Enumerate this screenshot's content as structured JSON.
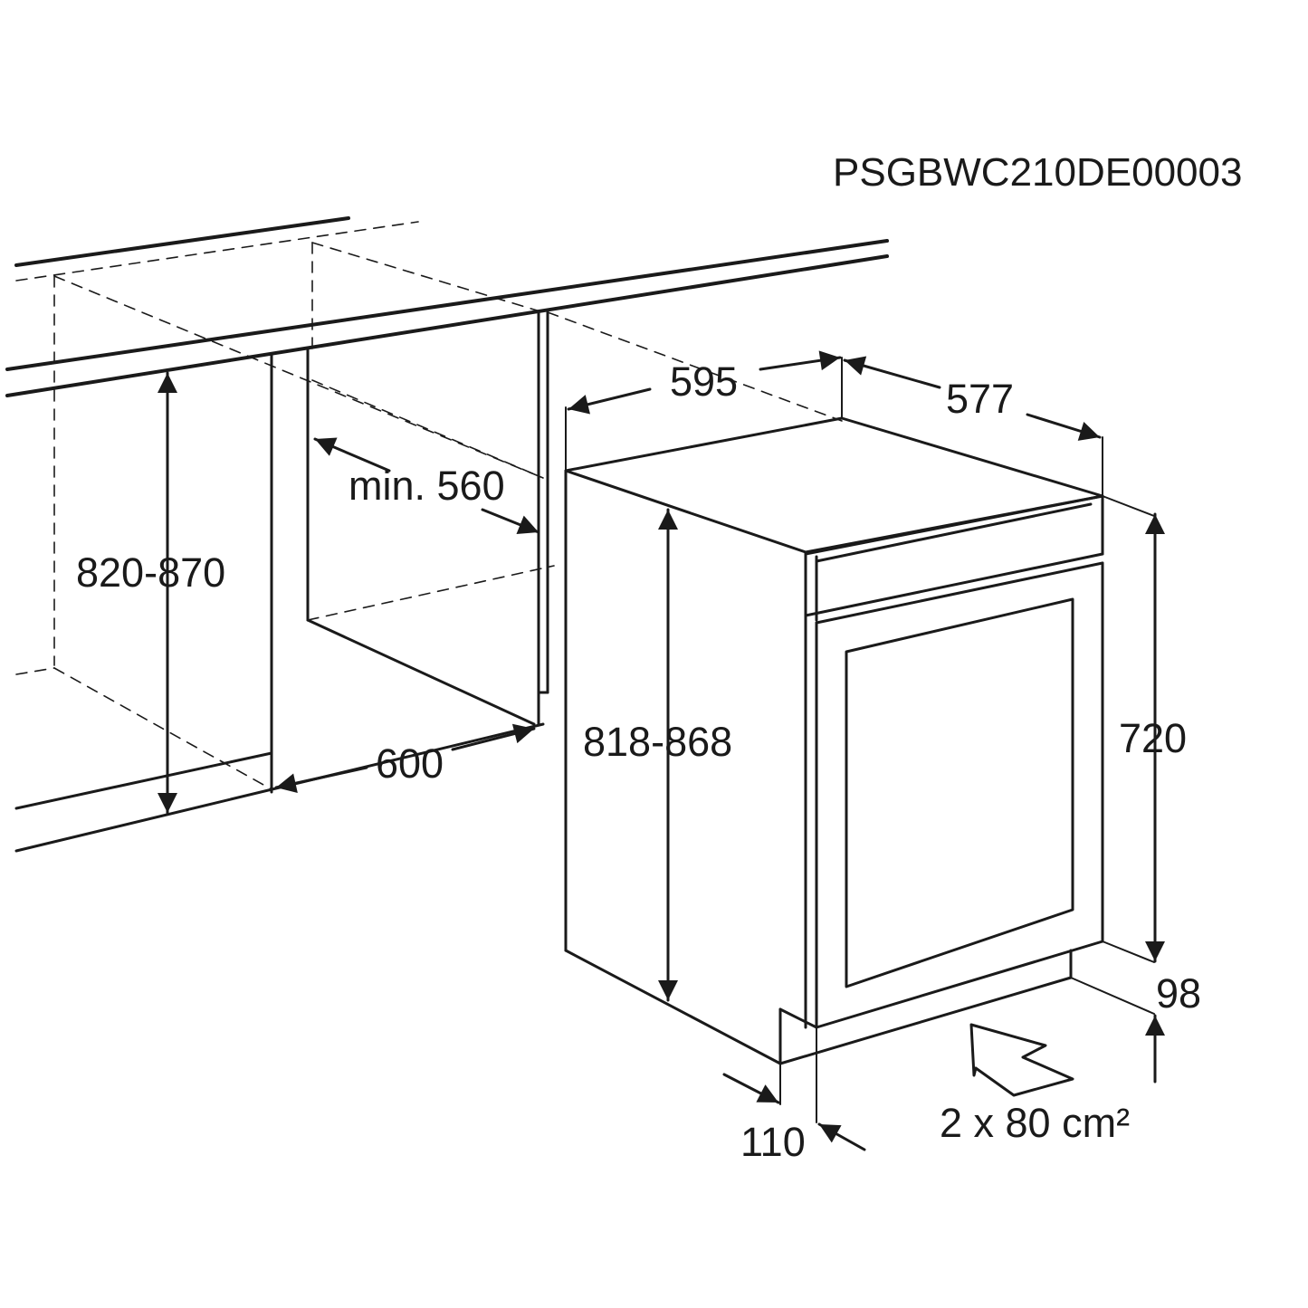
{
  "diagram": {
    "code": "PSGBWC210DE00003",
    "dimensions": {
      "appliance_width": "595",
      "appliance_depth": "577",
      "niche_min_depth": "min. 560",
      "niche_height": "820-870",
      "appliance_height": "818-868",
      "door_height": "720",
      "niche_width": "600",
      "plinth_height": "98",
      "plinth_offset": "110",
      "ventilation": "2 x 80 cm²"
    }
  }
}
